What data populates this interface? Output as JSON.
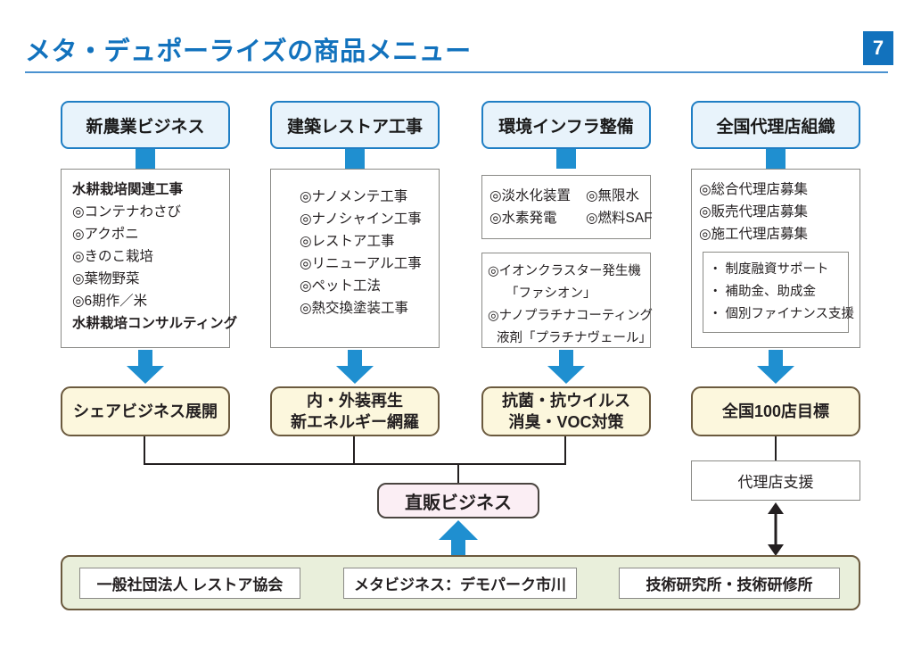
{
  "header": {
    "title": "メタ・デュポーライズの商品メニュー",
    "page_number": "7",
    "accent_color": "#1272bd",
    "rule_color": "#4a92d0"
  },
  "columns": [
    {
      "header": "新農業ビジネス",
      "lines": [
        {
          "text": "水耕栽培関連工事",
          "bold": true
        },
        {
          "text": "◎コンテナわさび",
          "bold": false
        },
        {
          "text": "◎アクポニ",
          "bold": false
        },
        {
          "text": "◎きのこ栽培",
          "bold": false
        },
        {
          "text": "◎葉物野菜",
          "bold": false
        },
        {
          "text": "◎6期作／米",
          "bold": false
        },
        {
          "text": "水耕栽培コンサルティング",
          "bold": true
        }
      ],
      "outcome": [
        "シェアビジネス展開"
      ]
    },
    {
      "header": "建築レストア工事",
      "lines": [
        {
          "text": "◎ナノメンテ工事",
          "bold": false
        },
        {
          "text": "◎ナノシャイン工事",
          "bold": false
        },
        {
          "text": "◎レストア工事",
          "bold": false
        },
        {
          "text": "◎リニューアル工事",
          "bold": false
        },
        {
          "text": "◎ペット工法",
          "bold": false
        },
        {
          "text": "◎熱交換塗装工事",
          "bold": false
        }
      ],
      "outcome": [
        "内・外装再生",
        "新エネルギー網羅"
      ]
    },
    {
      "header": "環境インフラ整備",
      "grid": [
        "◎淡水化装置",
        "◎無限水",
        "◎水素発電",
        "◎燃料SAF"
      ],
      "lines2": [
        {
          "text": "◎イオンクラスター発生機",
          "indent": false
        },
        {
          "text": "「ファシオン」",
          "indent": true
        },
        {
          "text": "◎ナノプラチナコーティング",
          "indent": false
        },
        {
          "text": "液剤「プラチナヴェール」",
          "indent": true
        }
      ],
      "outcome": [
        "抗菌・抗ウイルス",
        "消臭・VOC対策"
      ]
    },
    {
      "header": "全国代理店組織",
      "lines": [
        {
          "text": "◎総合代理店募集",
          "bold": false
        },
        {
          "text": "◎販売代理店募集",
          "bold": false
        },
        {
          "text": "◎施工代理店募集",
          "bold": false
        }
      ],
      "inner_lines": [
        "・ 制度融資サポート",
        "・ 補助金、助成金",
        "・ 個別ファイナンス支援"
      ],
      "outcome": [
        "全国100店目標"
      ]
    }
  ],
  "direct_sales": "直販ビジネス",
  "agency_support": "代理店支援",
  "partners": [
    "一般社団法人 レストア協会",
    "メタビジネス：デモパーク市川",
    "技術研究所・技術研修所"
  ],
  "colors": {
    "header_fill": "#e8f3fb",
    "header_border": "#1f7ec4",
    "outcome_fill": "#fcf7dd",
    "outcome_border": "#6b5a3e",
    "direct_sales_fill": "#fbeef4",
    "partner_bar_fill": "#e9efdb",
    "arrow_blue": "#1f8fd0"
  }
}
